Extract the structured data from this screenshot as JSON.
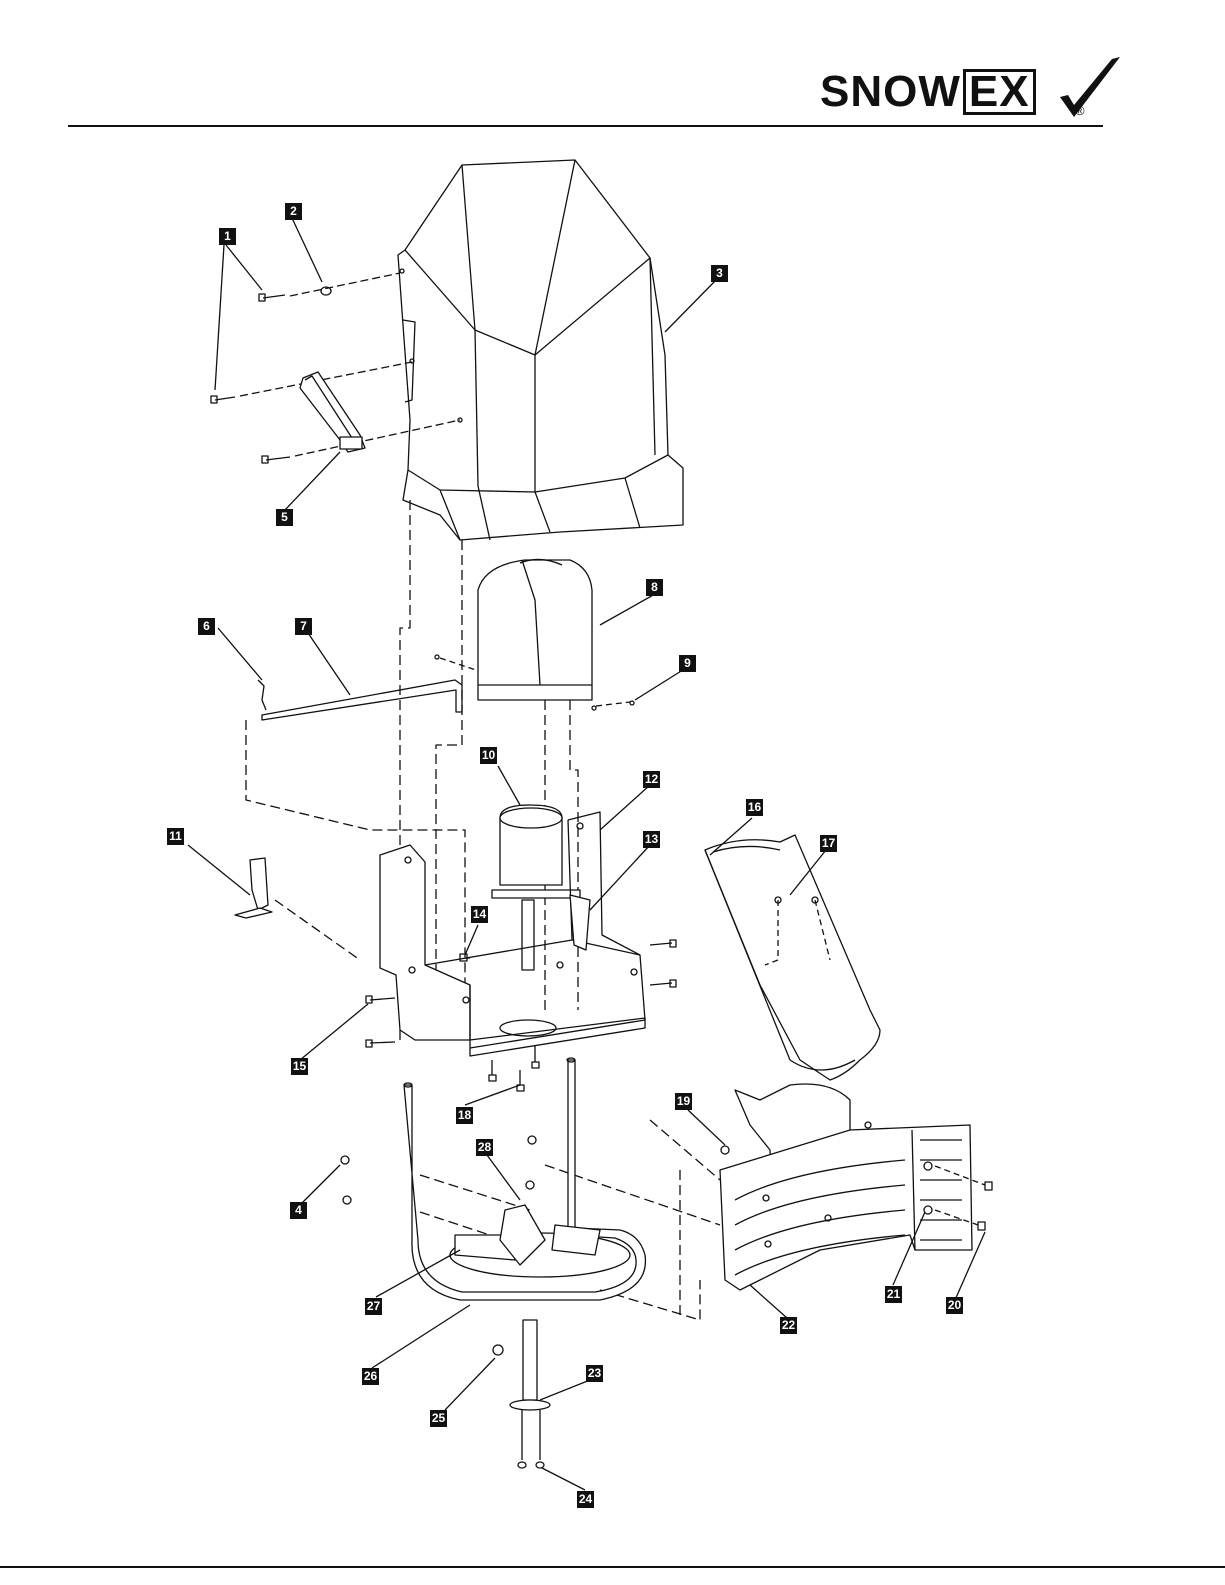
{
  "brand": {
    "logo_text": "SNOWEX",
    "logo_word_a": "SNOW",
    "logo_word_b": "EX",
    "registered_mark": "®"
  },
  "callouts": [
    "1",
    "2",
    "3",
    "4",
    "5",
    "6",
    "7",
    "8",
    "9",
    "10",
    "11",
    "12",
    "13",
    "14",
    "15",
    "16",
    "17",
    "18",
    "19",
    "20",
    "21",
    "22",
    "23",
    "24",
    "25",
    "26",
    "27",
    "28"
  ],
  "colors": {
    "ink": "#111111",
    "paper": "#ffffff"
  }
}
